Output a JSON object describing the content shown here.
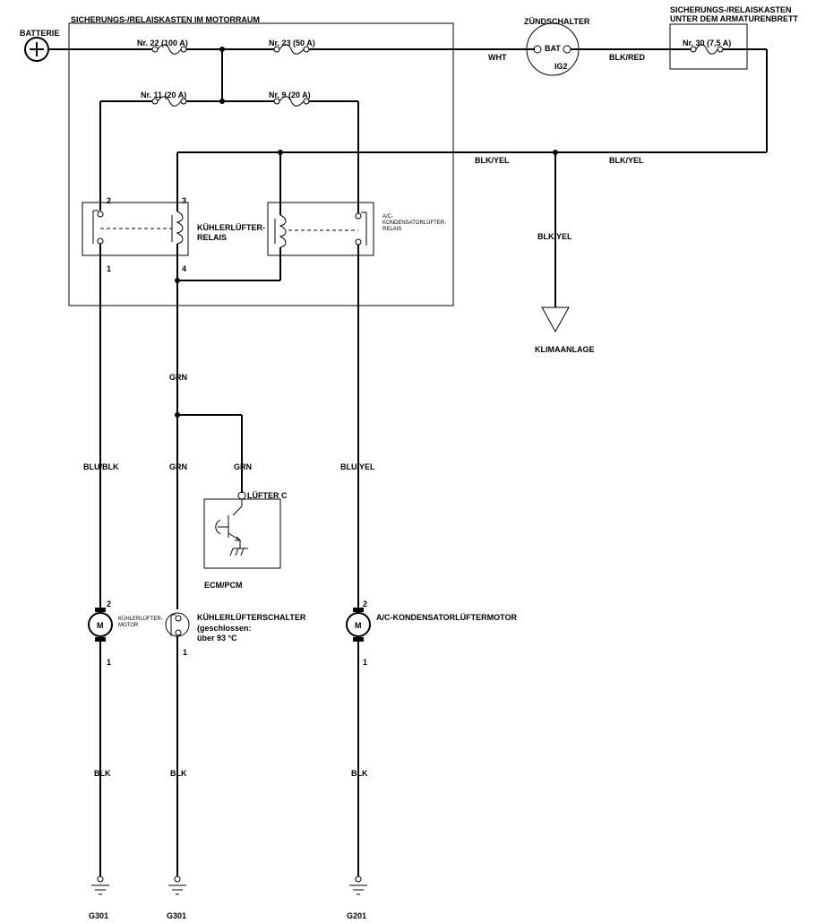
{
  "boxes": {
    "engine_box_title": "SICHERUNGS-/RELAISKASTEN IM MOTORRAUM",
    "dash_box_title_1": "SICHERUNGS-/RELAISKASTEN",
    "dash_box_title_2": "UNTER DEM ARMATURENBRETT"
  },
  "battery": {
    "label": "BATTERIE"
  },
  "fuses": {
    "f22_100": "Nr. 22 (100 A)",
    "f23_50": "Nr. 23 (50 A)",
    "f11_20": "Nr. 11 (20 A)",
    "f9_20": "Nr. 9 (20 A)",
    "f30_7_5": "Nr. 30 (7,5 A)"
  },
  "ignition": {
    "title": "ZÜNDSCHALTER",
    "bat": "BAT",
    "ig2": "IG2"
  },
  "wires": {
    "wht": "WHT",
    "blk_red": "BLK/RED",
    "blk_yel_left": "BLK/YEL",
    "blk_yel_right": "BLK/YEL",
    "blk_yel_down": "BLK/YEL",
    "grn_upper": "GRN",
    "blu_blk": "BLU/BLK",
    "grn_mid": "GRN",
    "grn_ecm": "GRN",
    "blu_yel": "BLU/YEL",
    "blk_1": "BLK",
    "blk_2": "BLK",
    "blk_3": "BLK"
  },
  "relays": {
    "fan_relay_1": "KÜHLERLÜFTER-",
    "fan_relay_2": "RELAIS",
    "ac_relay_1": "A/C-",
    "ac_relay_2": "KONDENSATORLÜFTER-",
    "ac_relay_3": "RELAIS"
  },
  "pins": {
    "relay_p2": "2",
    "relay_p3": "3",
    "relay_p1": "1",
    "relay_p4": "4",
    "motor1_p2": "2",
    "motor1_p1": "1",
    "switch_p1": "1",
    "motor2_p2": "2",
    "motor2_p1": "1"
  },
  "ac": {
    "label": "KLIMAANLAGE"
  },
  "ecm": {
    "pin_label": "LÜFTER C",
    "title": "ECM/PCM"
  },
  "components": {
    "motor_symbol": "M",
    "motor_symbol_2": "M",
    "fan_motor_1": "KÜHLERLÜFTER-",
    "fan_motor_2": "MOTOR",
    "fan_switch_1": "KÜHLERLÜFTERSCHALTER",
    "fan_switch_2": "(geschlossen:",
    "fan_switch_3": "über 93 °C",
    "ac_motor": "A/C-KONDENSATORLÜFTERMOTOR"
  },
  "grounds": {
    "g1": "G301",
    "g2": "G301",
    "g3": "G201"
  }
}
